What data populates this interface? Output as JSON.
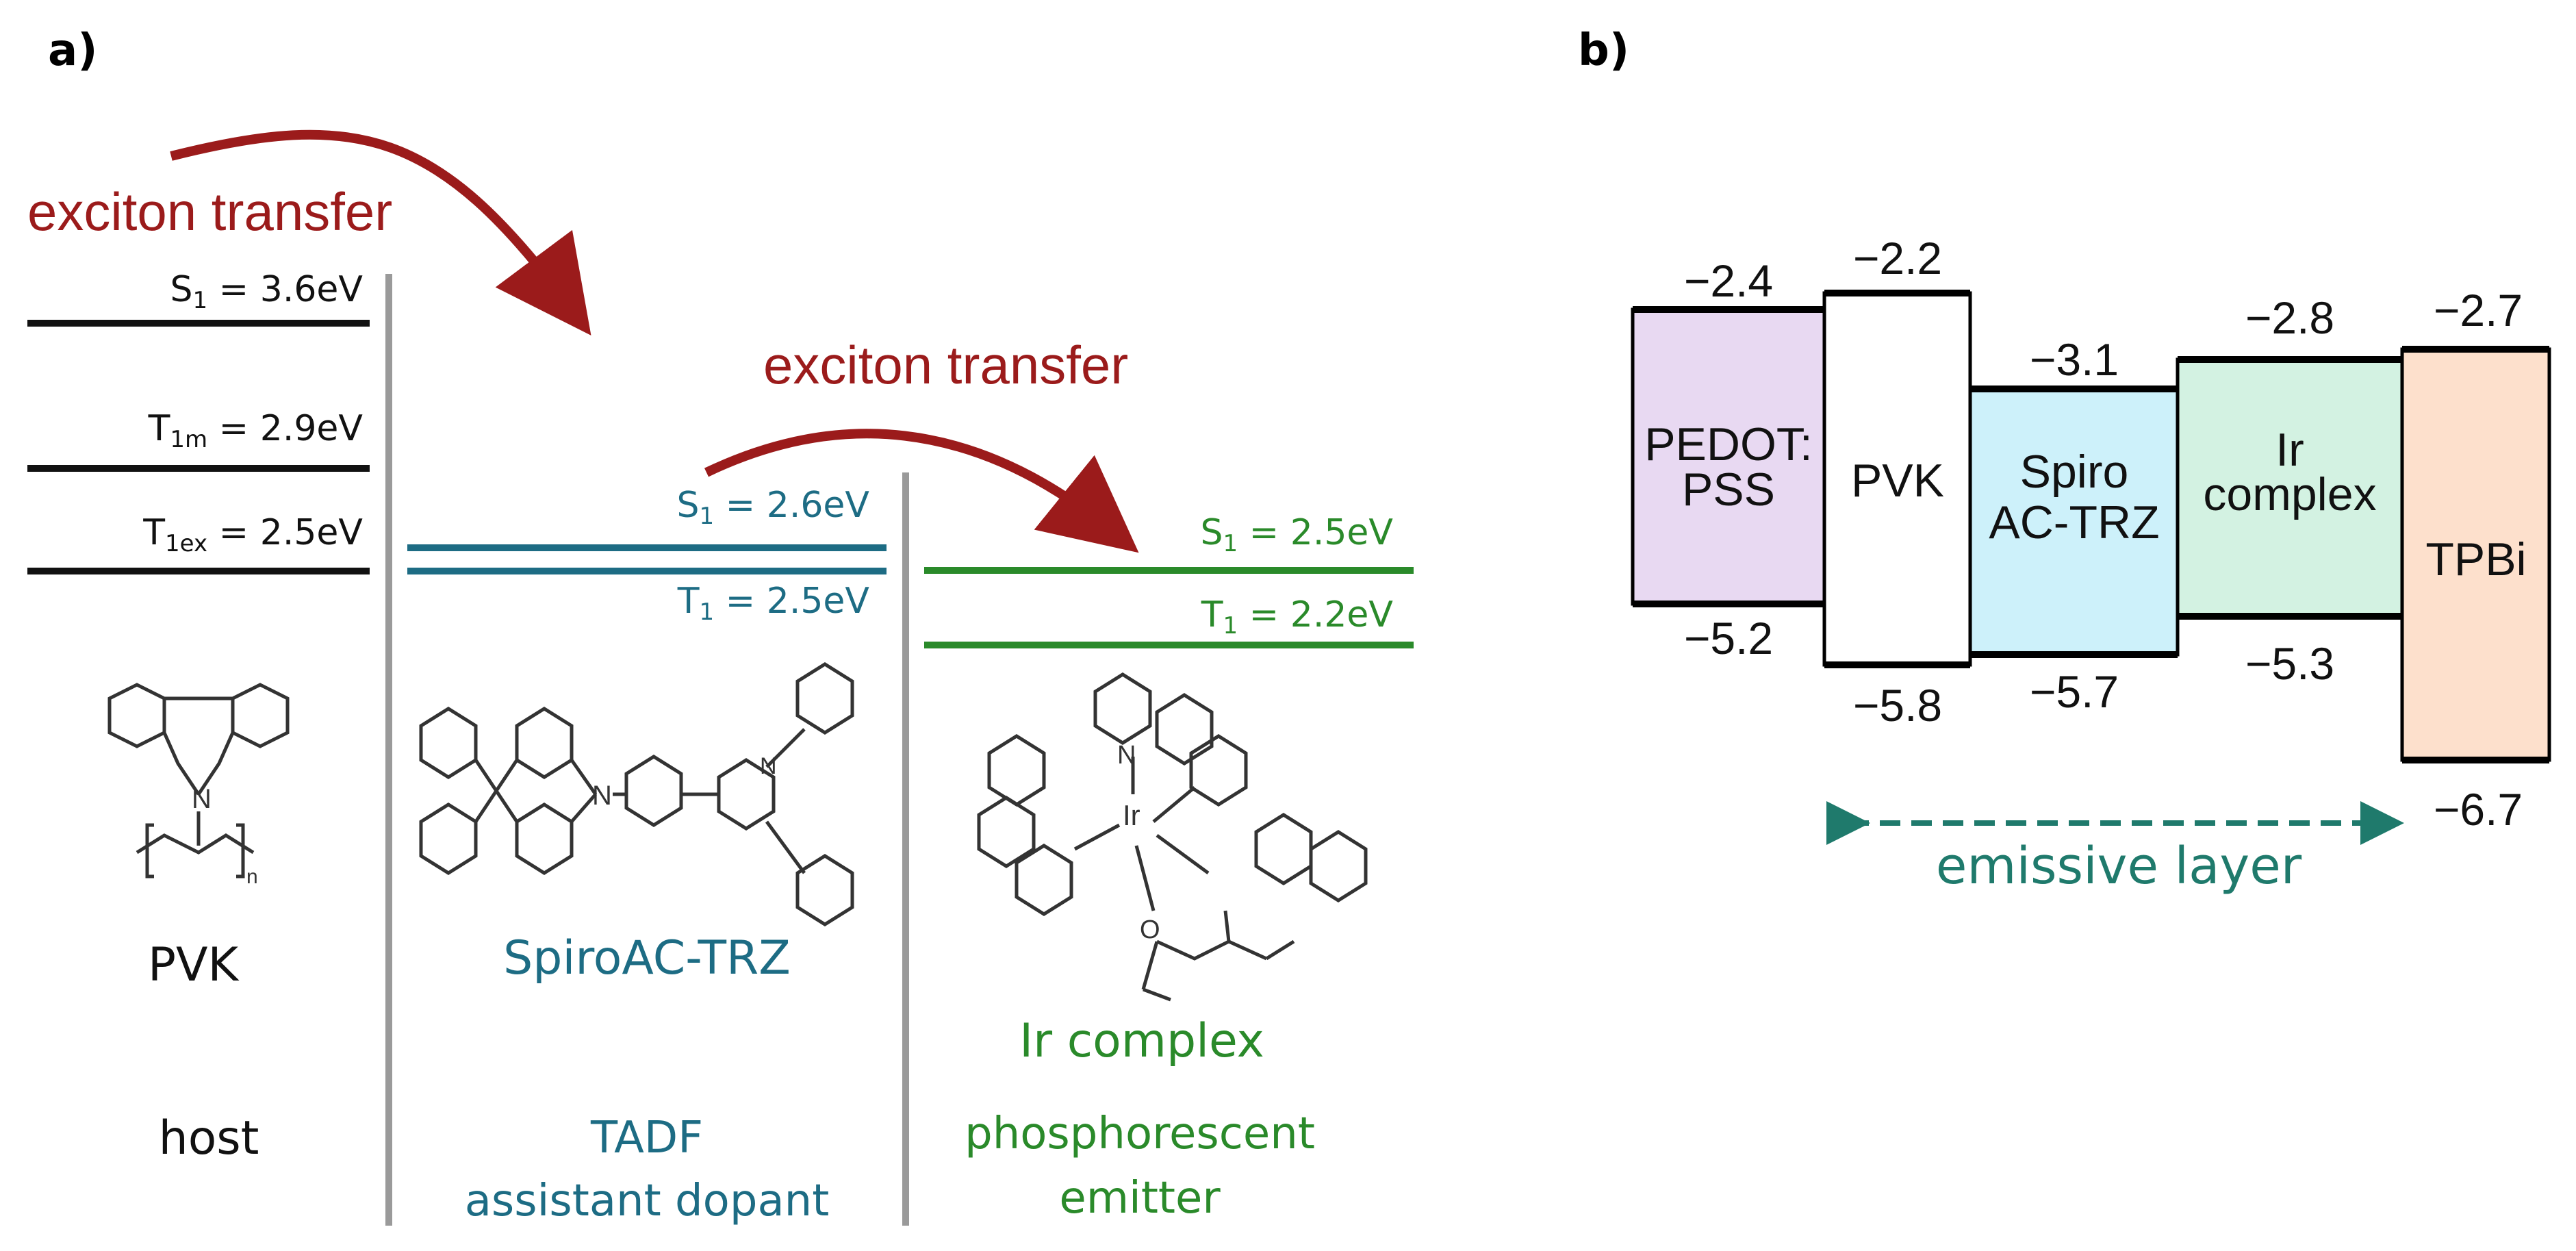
{
  "panel_a": {
    "label": "a)",
    "arrow1_label": "exciton transfer",
    "arrow2_label": "exciton transfer",
    "host": {
      "levels": [
        {
          "name": "S",
          "sub": "1",
          "value": " = 3.6eV"
        },
        {
          "name": "T",
          "sub": "1m",
          "value": " = 2.9eV"
        },
        {
          "name": "T",
          "sub": "1ex",
          "value": " = 2.5eV"
        }
      ],
      "molecule": "PVK",
      "role": "host",
      "structure_labels": {
        "n_atom": "N",
        "repeat_n": "n"
      }
    },
    "tadf": {
      "levels": [
        {
          "name": "S",
          "sub": "1",
          "value": " = 2.6eV"
        },
        {
          "name": "T",
          "sub": "1",
          "value": " = 2.5eV"
        }
      ],
      "molecule": "SpiroAC-TRZ",
      "role_line1": "TADF",
      "role_line2": "assistant dopant",
      "structure_labels": {
        "n_atom": "N",
        "triazine_n": "N"
      }
    },
    "emitter": {
      "levels": [
        {
          "name": "S",
          "sub": "1",
          "value": " = 2.5eV"
        },
        {
          "name": "T",
          "sub": "1",
          "value": " = 2.2eV"
        }
      ],
      "molecule": "Ir complex",
      "role_line1": "phosphorescent",
      "role_line2": "emitter",
      "structure_labels": {
        "metal": "Ir",
        "n_atom": "N",
        "o_atom": "O"
      }
    },
    "colors": {
      "arrow": "#9b1b1b",
      "host": "#111111",
      "tadf": "#1d6c84",
      "emitter": "#2a8a2a",
      "divider": "#9a9a9a"
    }
  },
  "panel_b": {
    "label": "b)",
    "layers": [
      {
        "name_line1": "PEDOT:",
        "name_line2": "PSS",
        "top": "−2.4",
        "bottom": "−5.2",
        "fill": "#e8d9f2"
      },
      {
        "name_line1": "PVK",
        "name_line2": "",
        "top": "−2.2",
        "bottom": "−5.8",
        "fill": "#ffffff"
      },
      {
        "name_line1": "Spiro",
        "name_line2": "AC-TRZ",
        "top": "−3.1",
        "bottom": "−5.7",
        "fill": "#cdf1fa"
      },
      {
        "name_line1": "Ir",
        "name_line2": "complex",
        "top": "−2.8",
        "bottom": "−5.3",
        "fill": "#d3f2e2"
      },
      {
        "name_line1": "TPBi",
        "name_line2": "",
        "top": "−2.7",
        "bottom": "−6.7",
        "fill": "#fde0cc"
      }
    ],
    "emissive_label": "emissive layer",
    "emissive_color": "#1f7a6c"
  }
}
